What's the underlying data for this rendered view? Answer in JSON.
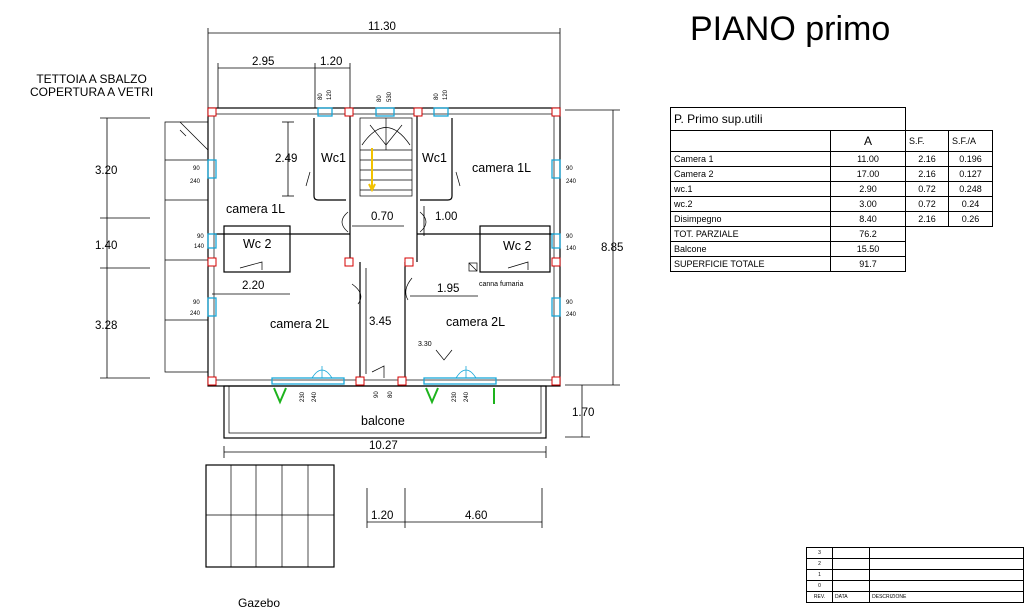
{
  "title": "PIANO primo",
  "tettoia": [
    "TETTOIA A SBALZO",
    "COPERTURA A VETRI"
  ],
  "gazebo": "Gazebo",
  "rooms": {
    "wc1_left": "Wc1",
    "wc1_right": "Wc1",
    "camera1l_right": "camera 1L",
    "camera1l_left": "camera 1L",
    "wc2_left": "Wc 2",
    "wc2_right": "Wc 2",
    "camera2l_left": "camera 2L",
    "camera2l_right": "camera 2L",
    "balcone": "balcone",
    "canna_fumaria": "canna fumaria"
  },
  "dimensions": {
    "d_11_30": "11.30",
    "d_2_95": "2.95",
    "d_1_20_top": "1.20",
    "d_2_49": "2.49",
    "d_0_70": "0.70",
    "d_1_00": "1.00",
    "d_3_20": "3.20",
    "d_1_40": "1.40",
    "d_3_28": "3.28",
    "d_8_85": "8.85",
    "d_2_20": "2.20",
    "d_1_95": "1.95",
    "d_3_45": "3.45",
    "d_3_30": "3.30",
    "d_1_70": "1.70",
    "d_10_27": "10.27",
    "d_1_20_bottom": "1.20",
    "d_4_60": "4.60"
  },
  "openings": {
    "o80a": "80",
    "o120a": "120",
    "o80b": "80",
    "o530": "530",
    "o80c": "80",
    "o120c": "120",
    "l90a": "90",
    "l240a": "240",
    "l90b": "90",
    "l140b": "140",
    "l90c": "90",
    "l240c": "240",
    "r90a": "90",
    "r240a": "240",
    "r90b": "90",
    "r140b": "140",
    "r90c": "90",
    "r240c": "240",
    "b230a": "230",
    "b240a": "240",
    "b90": "90",
    "b80": "80",
    "b230b": "230",
    "b240b": "240"
  },
  "table": {
    "title": "P.  Primo  sup.utili",
    "col_a": "A",
    "col_sf": "S.F.",
    "col_sfa": "S.F./A",
    "rows": [
      {
        "name": "Camera  1",
        "a": "11.00",
        "sf": "2.16",
        "sfa": "0.196"
      },
      {
        "name": "Camera  2",
        "a": "17.00",
        "sf": "2.16",
        "sfa": "0.127"
      },
      {
        "name": "wc.1",
        "a": "2.90",
        "sf": "0.72",
        "sfa": "0.248"
      },
      {
        "name": "wc.2",
        "a": "3.00",
        "sf": "0.72",
        "sfa": "0.24"
      },
      {
        "name": "Disimpegno",
        "a": "8.40",
        "sf": "2.16",
        "sfa": "0.26"
      }
    ],
    "tot_parziale_label": "TOT.  PARZIALE",
    "tot_parziale_value": "76.2",
    "balcone_label": "Balcone",
    "balcone_value": "15.50",
    "superficie_label": "SUPERFICIE  TOTALE",
    "superficie_value": "91.7"
  },
  "revision": {
    "rows": [
      "3",
      "2",
      "1",
      "0"
    ],
    "rev": "REV.",
    "data": "DATA",
    "descrizione": "DESCRIZIONE"
  }
}
